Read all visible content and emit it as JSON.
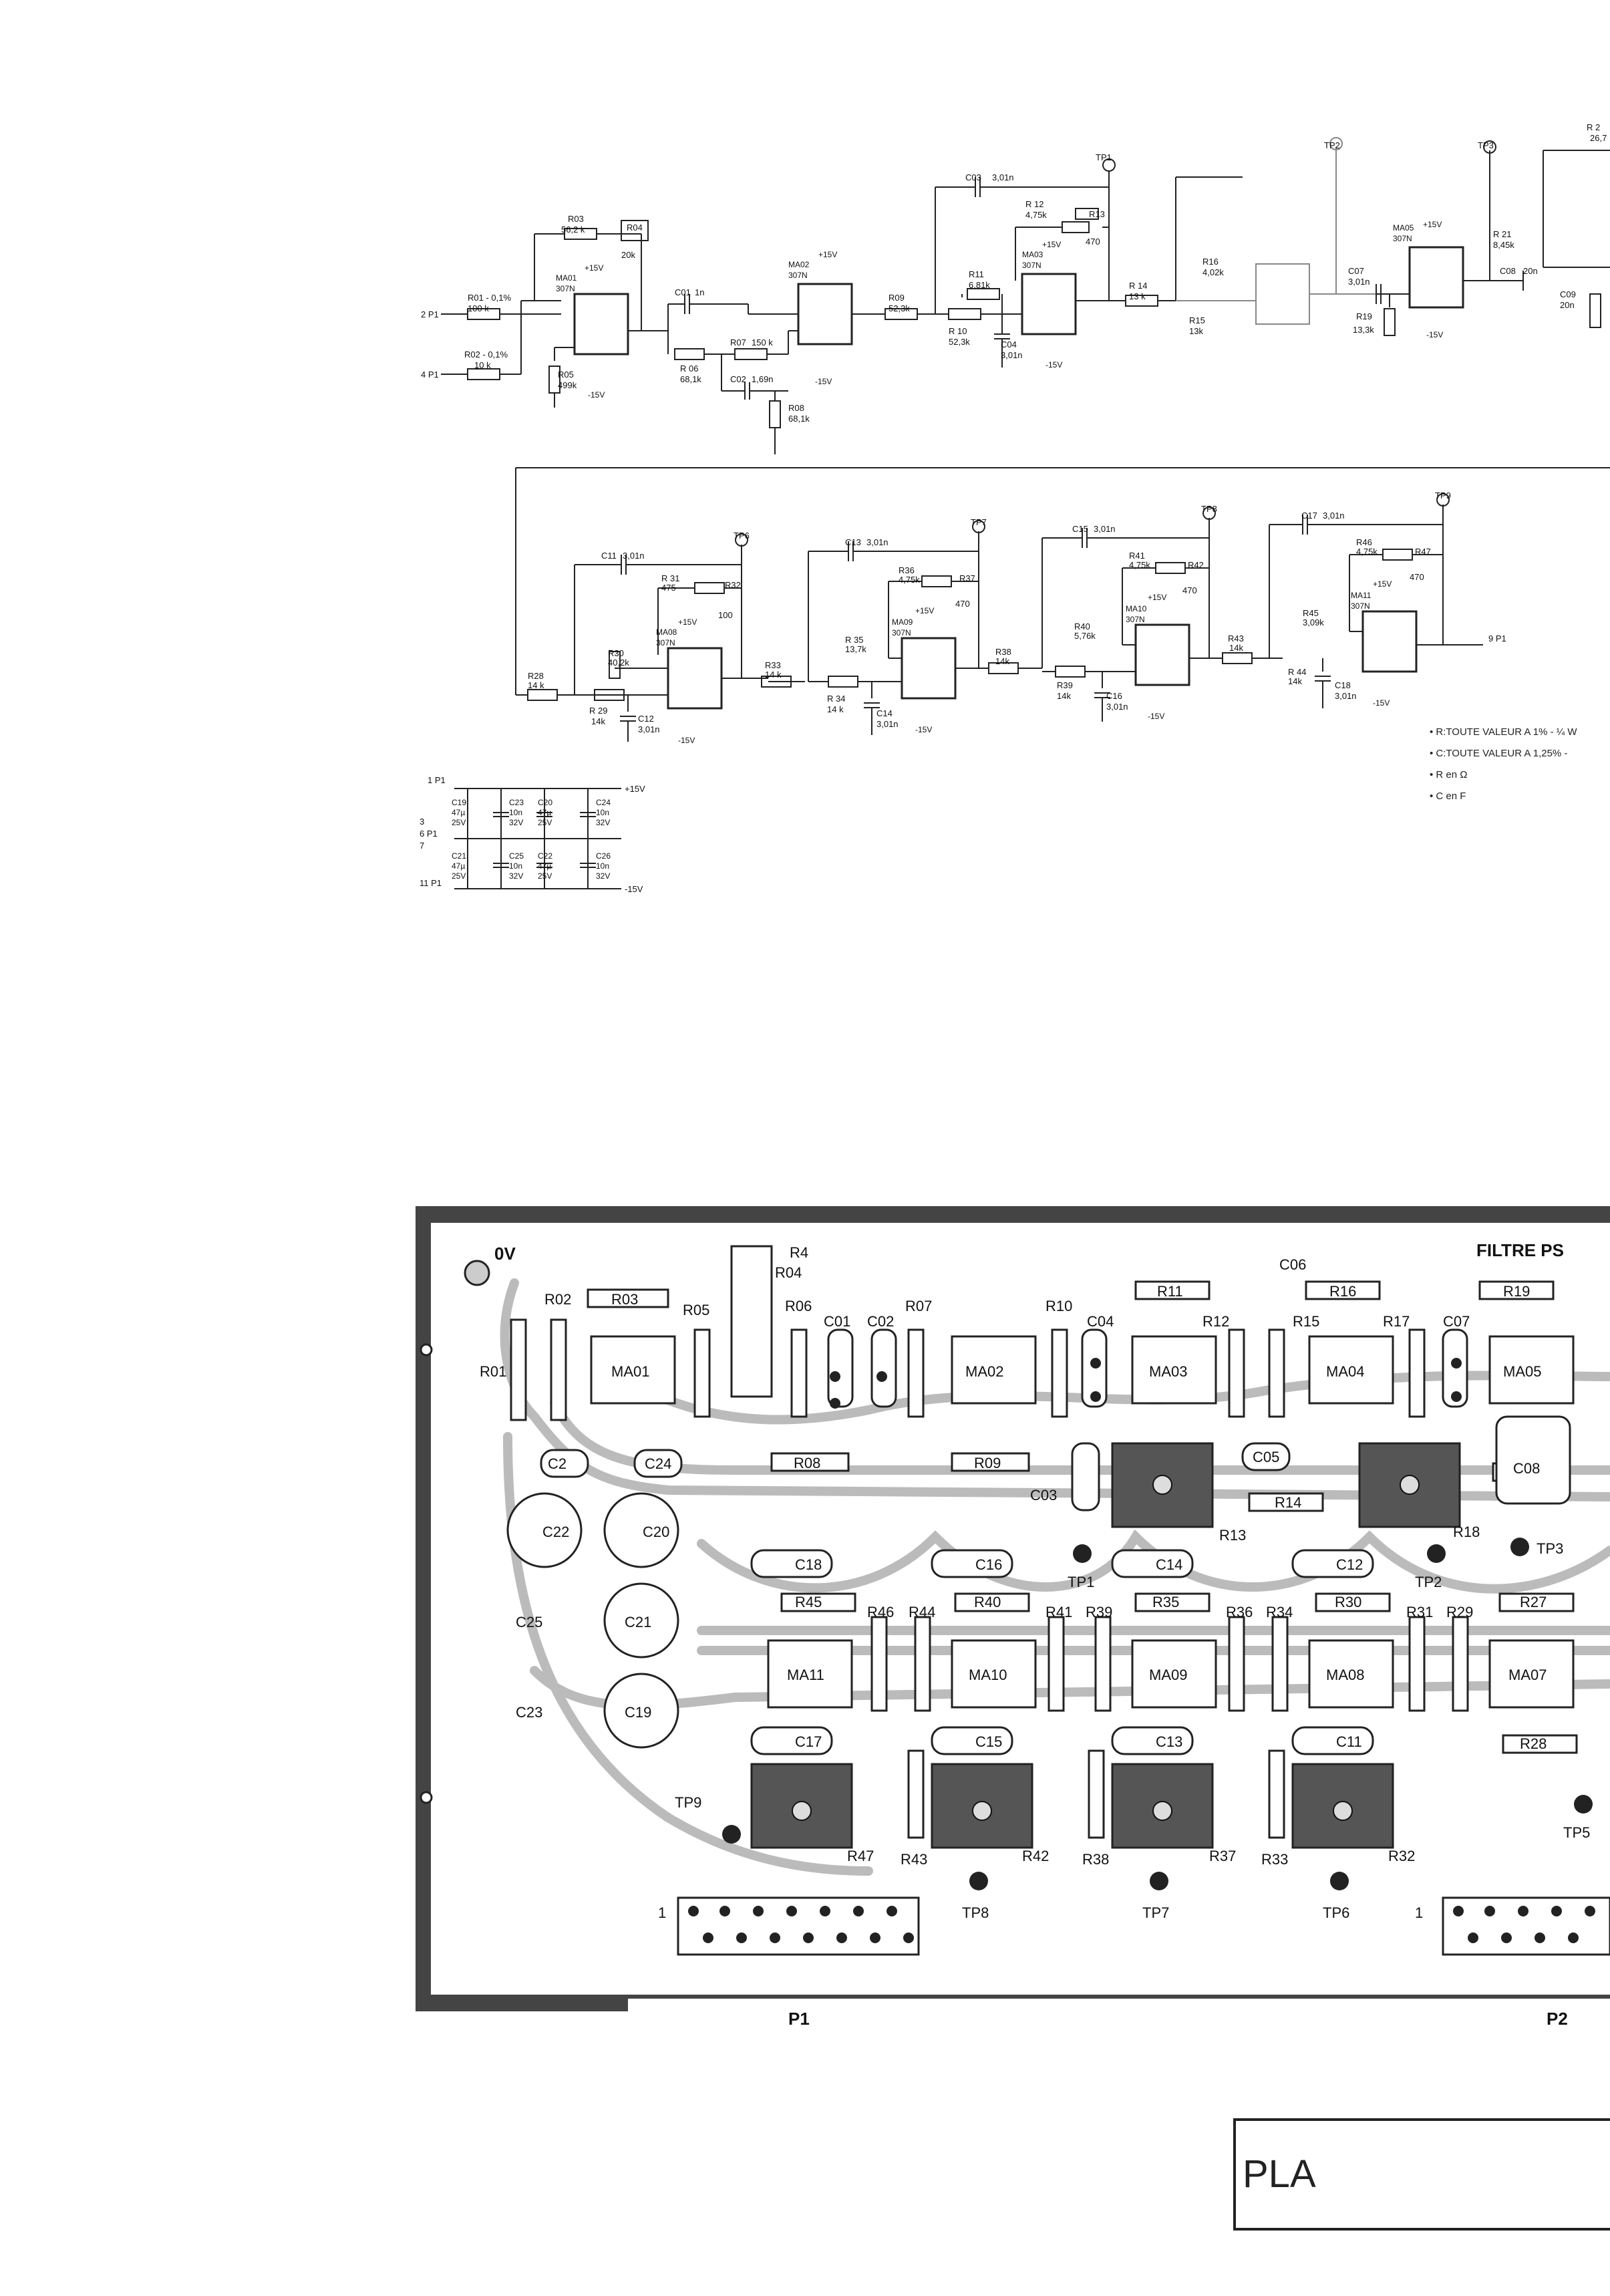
{
  "schematic": {
    "row1": {
      "inputs": [
        "2 P1",
        "4 P1"
      ],
      "resistors": [
        {
          "ref": "R01 - 0,1%",
          "value": "100 k"
        },
        {
          "ref": "R02 - 0,1%",
          "value": "10 k"
        },
        {
          "ref": "R03",
          "value": "56,2 k"
        },
        {
          "ref": "R04",
          "value": "20k"
        },
        {
          "ref": "R05",
          "value": "499k"
        },
        {
          "ref": "R 06",
          "value": "68,1k"
        },
        {
          "ref": "R07",
          "value": "150 k"
        },
        {
          "ref": "R08",
          "value": "68,1k"
        },
        {
          "ref": "R09",
          "value": "52,3k"
        },
        {
          "ref": "R 10",
          "value": "52,3k"
        },
        {
          "ref": "R11",
          "value": "6,81k"
        },
        {
          "ref": "R 12",
          "value": "4,75k"
        },
        {
          "ref": "R13",
          "value": "470"
        },
        {
          "ref": "R 14",
          "value": "13 k"
        },
        {
          "ref": "R15",
          "value": "13k"
        },
        {
          "ref": "R16",
          "value": "4,02k"
        },
        {
          "ref": "R19",
          "value": "13,3k"
        },
        {
          "ref": "R 21",
          "value": "8,45k"
        }
      ],
      "capacitors": [
        {
          "ref": "C01",
          "value": "1n"
        },
        {
          "ref": "C02",
          "value": "1,69n"
        },
        {
          "ref": "C03",
          "value": "3,01n"
        },
        {
          "ref": "C04",
          "value": "3,01n"
        },
        {
          "ref": "C07",
          "value": "3,01n"
        },
        {
          "ref": "C08",
          "value": "20n"
        },
        {
          "ref": "C09",
          "value": "20n"
        }
      ],
      "opamps": [
        {
          "ref": "MA01",
          "type": "307N"
        },
        {
          "ref": "MA02",
          "type": "307N"
        },
        {
          "ref": "MA03",
          "type": "307N"
        },
        {
          "ref": "MA05",
          "type": "307N"
        }
      ],
      "testpoints": [
        "TP1",
        "TP2",
        "TP3"
      ],
      "supply_pos": "+15V",
      "supply_neg": "-15V",
      "r2_partial": "R 2",
      "r2_partial_val": "26,7"
    },
    "row2": {
      "resistors": [
        {
          "ref": "R28",
          "value": "14 k"
        },
        {
          "ref": "R 29",
          "value": "14k"
        },
        {
          "ref": "R30",
          "value": "40,2k"
        },
        {
          "ref": "R 31",
          "value": "475"
        },
        {
          "ref": "R32",
          "value": "100"
        },
        {
          "ref": "R33",
          "value": "14 k"
        },
        {
          "ref": "R 34",
          "value": "14 k"
        },
        {
          "ref": "R 35",
          "value": "13,7k"
        },
        {
          "ref": "R36",
          "value": "4,75k"
        },
        {
          "ref": "R37",
          "value": "470"
        },
        {
          "ref": "R38",
          "value": "14k"
        },
        {
          "ref": "R39",
          "value": "14k"
        },
        {
          "ref": "R40",
          "value": "5,76k"
        },
        {
          "ref": "R41",
          "value": "4,75k"
        },
        {
          "ref": "R42",
          "value": "470"
        },
        {
          "ref": "R43",
          "value": "14k"
        },
        {
          "ref": "R 44",
          "value": "14k"
        },
        {
          "ref": "R45",
          "value": "3,09k"
        },
        {
          "ref": "R46",
          "value": "4,75k"
        },
        {
          "ref": "R47",
          "value": "470"
        }
      ],
      "capacitors": [
        {
          "ref": "C11",
          "value": "3,01n"
        },
        {
          "ref": "C12",
          "value": "3,01n"
        },
        {
          "ref": "C13",
          "value": "3,01n"
        },
        {
          "ref": "C14",
          "value": "3,01n"
        },
        {
          "ref": "C15",
          "value": "3,01n"
        },
        {
          "ref": "C16",
          "value": "3,01n"
        },
        {
          "ref": "C17",
          "value": "3,01n"
        },
        {
          "ref": "C18",
          "value": "3,01n"
        }
      ],
      "opamps": [
        {
          "ref": "MA08",
          "type": "307N"
        },
        {
          "ref": "MA09",
          "type": "307N"
        },
        {
          "ref": "MA10",
          "type": "307N"
        },
        {
          "ref": "MA11",
          "type": "307N"
        }
      ],
      "testpoints": [
        "TP6",
        "TP7",
        "TP8",
        "TP9"
      ],
      "output": "9 P1"
    },
    "supply": {
      "pins": [
        "1 P1",
        "3",
        "6 P1",
        "7",
        "11 P1"
      ],
      "rails": [
        "+15V",
        "-15V"
      ],
      "caps": [
        {
          "ref": "C19",
          "value": "47µ",
          "volt": "25V"
        },
        {
          "ref": "C23",
          "value": "10n",
          "volt": "32V"
        },
        {
          "ref": "C20",
          "value": "47µ",
          "volt": "25V"
        },
        {
          "ref": "C24",
          "value": "10n",
          "volt": "32V"
        },
        {
          "ref": "C21",
          "value": "47µ",
          "volt": "25V"
        },
        {
          "ref": "C25",
          "value": "10n",
          "volt": "32V"
        },
        {
          "ref": "C22",
          "value": "47µ",
          "volt": "25V"
        },
        {
          "ref": "C26",
          "value": "10n",
          "volt": "32V"
        }
      ]
    },
    "notes": [
      "• R:TOUTE  VALEUR A 1% - ¼ W",
      "• C:TOUTE  VALEUR A 1,25% -",
      "• R en Ω",
      "• C  en F"
    ]
  },
  "pcb": {
    "title": "FILTRE PS",
    "ground": "0V",
    "connectors": [
      "P1",
      "P2"
    ],
    "pin1": "1",
    "top_row_labels": [
      "R4",
      "R04",
      "R02",
      "R03",
      "R05",
      "R01",
      "R06",
      "C01",
      "C02",
      "R07",
      "R10",
      "C04",
      "R11",
      "R12",
      "R15",
      "R16",
      "R17",
      "C07",
      "R19",
      "C06"
    ],
    "opamps_top": [
      "MA01",
      "MA02",
      "MA03",
      "MA04",
      "MA05"
    ],
    "middle_labels": [
      "C2",
      "C24",
      "R08",
      "R09",
      "C03",
      "R13",
      "C05",
      "R14",
      "R18",
      "C08",
      "C22",
      "C20",
      "TP1",
      "TP2",
      "TP3"
    ],
    "bottom_labels": [
      "C18",
      "C16",
      "C14",
      "C12",
      "R45",
      "R46",
      "R44",
      "R40",
      "R41",
      "R39",
      "R35",
      "R36",
      "R34",
      "R30",
      "R31",
      "R29",
      "R27",
      "C25",
      "C21",
      "C23",
      "C19",
      "C17",
      "C15",
      "C13",
      "C11",
      "R28",
      "R47",
      "R42",
      "R37",
      "R32",
      "R43",
      "R38",
      "R33",
      "TP9",
      "TP8",
      "TP7",
      "TP6",
      "TP5"
    ],
    "opamps_bottom": [
      "MA11",
      "MA10",
      "MA09",
      "MA08",
      "MA07"
    ]
  },
  "title_block": {
    "text": "PLA"
  }
}
